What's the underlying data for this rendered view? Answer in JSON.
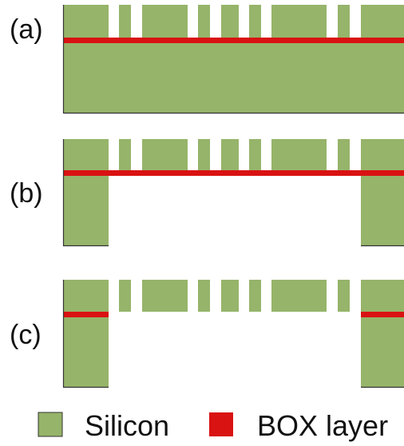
{
  "panels": [
    {
      "id": "a",
      "label": "(a)",
      "state": "full substrate"
    },
    {
      "id": "b",
      "label": "(b)",
      "state": "backside etched, BOX membrane remains"
    },
    {
      "id": "c",
      "label": "(c)",
      "state": "BOX removed, suspended silicon"
    }
  ],
  "legend": {
    "silicon_label": "Silicon",
    "box_label": "BOX layer"
  },
  "colors": {
    "silicon": "#96b46a",
    "box": "#d91212",
    "outline": "#333333",
    "background": "#ffffff"
  }
}
